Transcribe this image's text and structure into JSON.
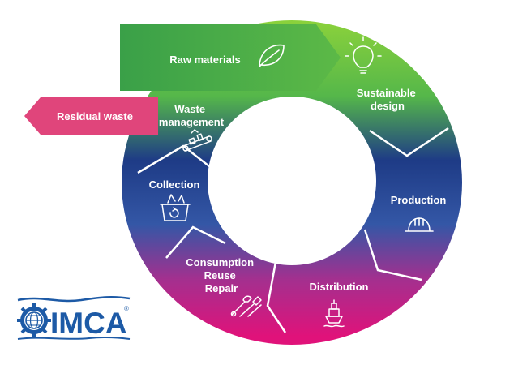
{
  "diagram": {
    "stages": {
      "raw_materials": "Raw materials",
      "sustainable_design": [
        "Sustainable",
        "design"
      ],
      "production": "Production",
      "distribution": "Distribution",
      "consumption": [
        "Consumption",
        "Reuse",
        "Repair"
      ],
      "collection": "Collection",
      "waste_management": [
        "Waste",
        "management"
      ],
      "residual_waste": "Residual waste"
    },
    "icons": {
      "raw_materials": "leaf-icon",
      "sustainable_design": "lightbulb-icon",
      "production": "hard-hat-icon",
      "distribution": "ship-icon",
      "consumption": "tools-icon",
      "collection": "recycle-bin-icon",
      "waste_management": "conveyor-icon"
    }
  },
  "logo": {
    "text": "IMCA",
    "registered_mark": "®"
  },
  "colors": {
    "green": "#6cc04a",
    "dark_green": "#3ca14a",
    "navy": "#233a8c",
    "blue": "#3557a8",
    "magenta": "#d81b7c",
    "pink_arrow": "#e0457b",
    "logo_blue": "#1d5aa6"
  }
}
